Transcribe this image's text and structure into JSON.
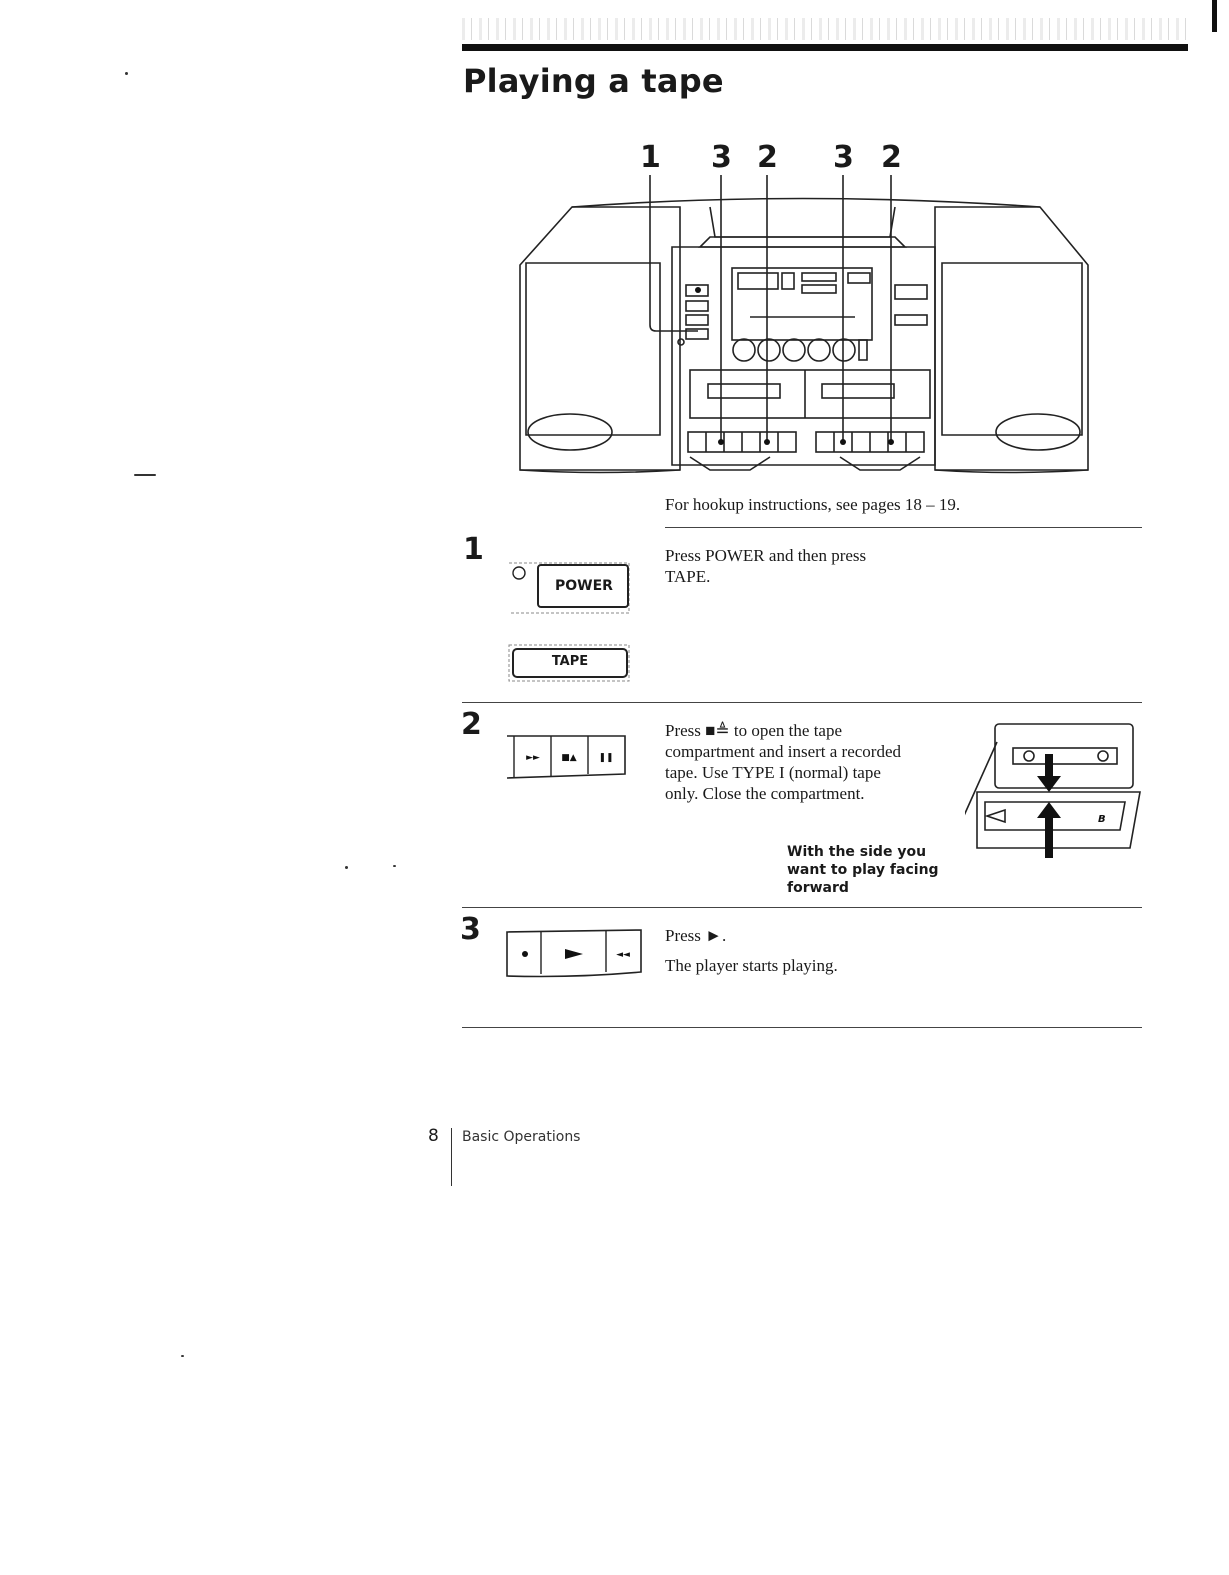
{
  "header": {
    "title": "Playing a tape"
  },
  "main_figure": {
    "callouts": [
      "1",
      "3",
      "2",
      "3",
      "2"
    ],
    "hookup_note": "For hookup instructions, see pages 18 – 19."
  },
  "steps": [
    {
      "number": "1",
      "buttons": [
        "POWER",
        "TAPE"
      ],
      "text": "Press POWER and then press TAPE."
    },
    {
      "number": "2",
      "text": "Press ■≜ to open the tape compartment and insert a recorded tape. Use TYPE I (normal) tape only. Close the compartment.",
      "caption": "With the side you want to play facing forward",
      "cassette_label": "B"
    },
    {
      "number": "3",
      "text_line1": "Press ►.",
      "text_line2": "The player starts playing."
    }
  ],
  "footer": {
    "page_number": "8",
    "section": "Basic Operations"
  }
}
